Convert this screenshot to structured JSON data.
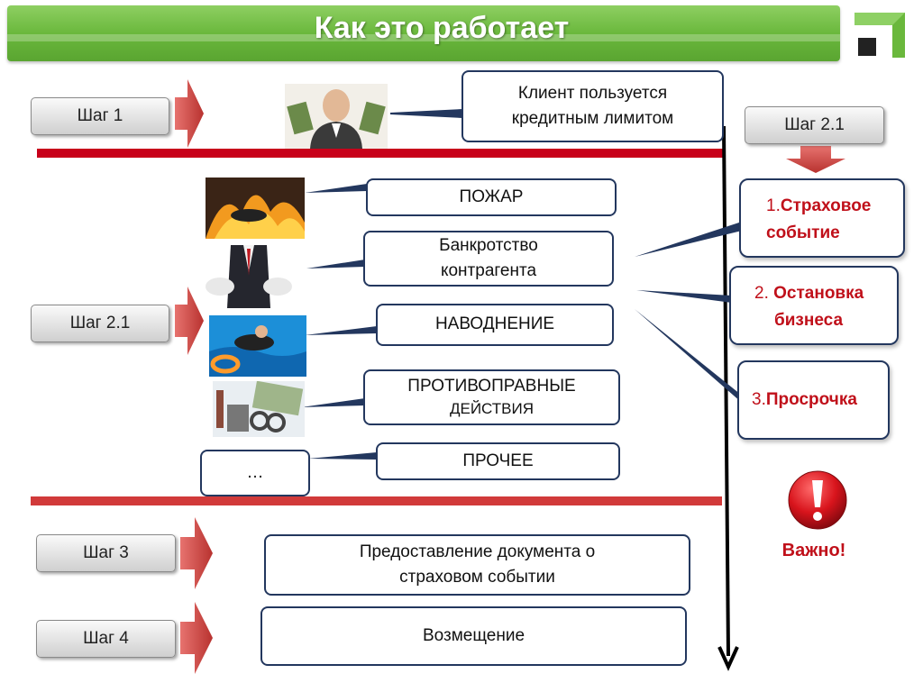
{
  "header": {
    "title": "Как это работает"
  },
  "steps": {
    "step1": "Шаг 1",
    "step21_left": "Шаг 2.1",
    "step21_right": "Шаг 2.1",
    "step3": "Шаг 3",
    "step4": "Шаг 4"
  },
  "boxes": {
    "client_line1": "Клиент пользуется",
    "client_line2": "кредитным лимитом",
    "fire": "ПОЖАР",
    "bankruptcy_line1": "Банкротство",
    "bankruptcy_line2": "контрагента",
    "flood": "НАВОДНЕНИЕ",
    "illegal_line1": "ПРОТИВОПРАВНЫЕ",
    "illegal_line2": "ДЕЙСТВИЯ",
    "other": "ПРОЧЕЕ",
    "ellipsis": "…",
    "document_line1": "Предоставление  документа о",
    "document_line2": "страховом событии",
    "compensation": "Возмещение"
  },
  "outcomes": [
    {
      "num": "1.",
      "line1": "Страховое",
      "line2": "событие"
    },
    {
      "num": "2. ",
      "line1": "Остановка",
      "line2": "бизнеса"
    },
    {
      "num": "3.",
      "line1": "Просрочка",
      "line2": ""
    }
  ],
  "important": {
    "label": "Важно!",
    "icon": "exclamation-icon"
  },
  "colors": {
    "header_green": "#6ab83c",
    "accent_red": "#c8001a",
    "box_border": "#23375e"
  }
}
